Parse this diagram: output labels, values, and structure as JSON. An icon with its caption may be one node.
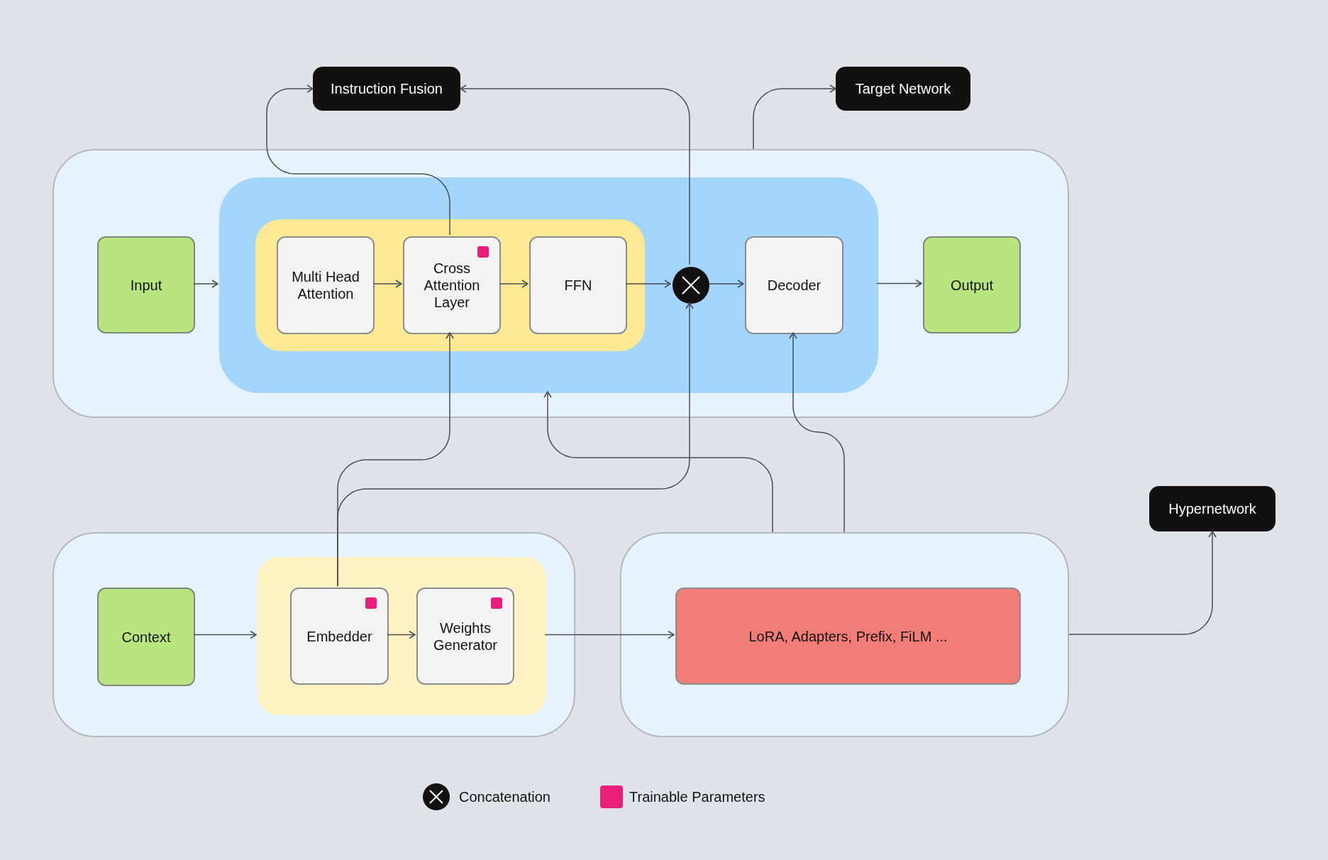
{
  "diagram": {
    "nodes": [
      {
        "text": [
          "Instruction Fusion"
        ]
      },
      {
        "text": [
          "Target Network"
        ]
      },
      {
        "text": [],
        "shape": "box"
      },
      {
        "text": [],
        "shape": "box",
        "in": 2
      },
      {
        "text": [],
        "shape": "box",
        "in": 3
      },
      {
        "text": [
          "Input"
        ],
        "in": 2
      },
      {
        "text": [
          "Multi Head Attention"
        ],
        "in": 4
      },
      {
        "text": [
          "Cross Attention Layer"
        ],
        "in": 4
      },
      {
        "text": [
          "FFN"
        ],
        "in": 4
      },
      {
        "text": [],
        "shape": "circle",
        "in": 3
      },
      {
        "text": [
          "Decoder"
        ],
        "in": 3
      },
      {
        "text": [
          "Output"
        ],
        "in": 2
      },
      {
        "text": [
          "Hypernetwork"
        ]
      },
      {
        "text": [],
        "shape": "box"
      },
      {
        "text": [
          "Context"
        ],
        "in": 13
      },
      {
        "text": [],
        "shape": "box",
        "in": 13
      },
      {
        "text": [
          "Embedder"
        ],
        "in": 15
      },
      {
        "text": [
          "Weights Generator"
        ],
        "in": 15
      },
      {
        "text": [],
        "shape": "box"
      },
      {
        "text": [
          "LoRA, Adapters, Prefix, FiLM ..."
        ],
        "in": 18
      }
    ],
    "edges": [
      {
        "from": 5,
        "to": 3,
        "arrow": "to"
      },
      {
        "from": 6,
        "to": 7,
        "arrow": "to"
      },
      {
        "from": 7,
        "to": 8,
        "arrow": "to"
      },
      {
        "from": 8,
        "to": 9,
        "arrow": "to"
      },
      {
        "from": 9,
        "to": 10,
        "arrow": "to"
      },
      {
        "from": 3,
        "to": 11,
        "arrow": "to"
      },
      {
        "from": 7,
        "to": 0,
        "arrow": "to"
      },
      {
        "from": 9,
        "to": 0,
        "arrow": "to"
      },
      {
        "from": 2,
        "to": 1,
        "arrow": "to"
      },
      {
        "from": 16,
        "to": 7,
        "arrow": "to"
      },
      {
        "from": 16,
        "to": 9,
        "arrow": "to"
      },
      {
        "from": 18,
        "to": 3,
        "arrow": "to"
      },
      {
        "from": 18,
        "to": 10,
        "arrow": "to"
      },
      {
        "from": 14,
        "to": 15,
        "arrow": "to"
      },
      {
        "from": 16,
        "to": 17,
        "arrow": "to"
      },
      {
        "from": 15,
        "to": 19,
        "arrow": "to"
      },
      {
        "from": 18,
        "to": 12,
        "arrow": "to"
      }
    ],
    "legend": [
      {
        "text": "Concatenation"
      },
      {
        "text": "Trainable Parameters",
        "color": "#e91e7a"
      }
    ]
  }
}
